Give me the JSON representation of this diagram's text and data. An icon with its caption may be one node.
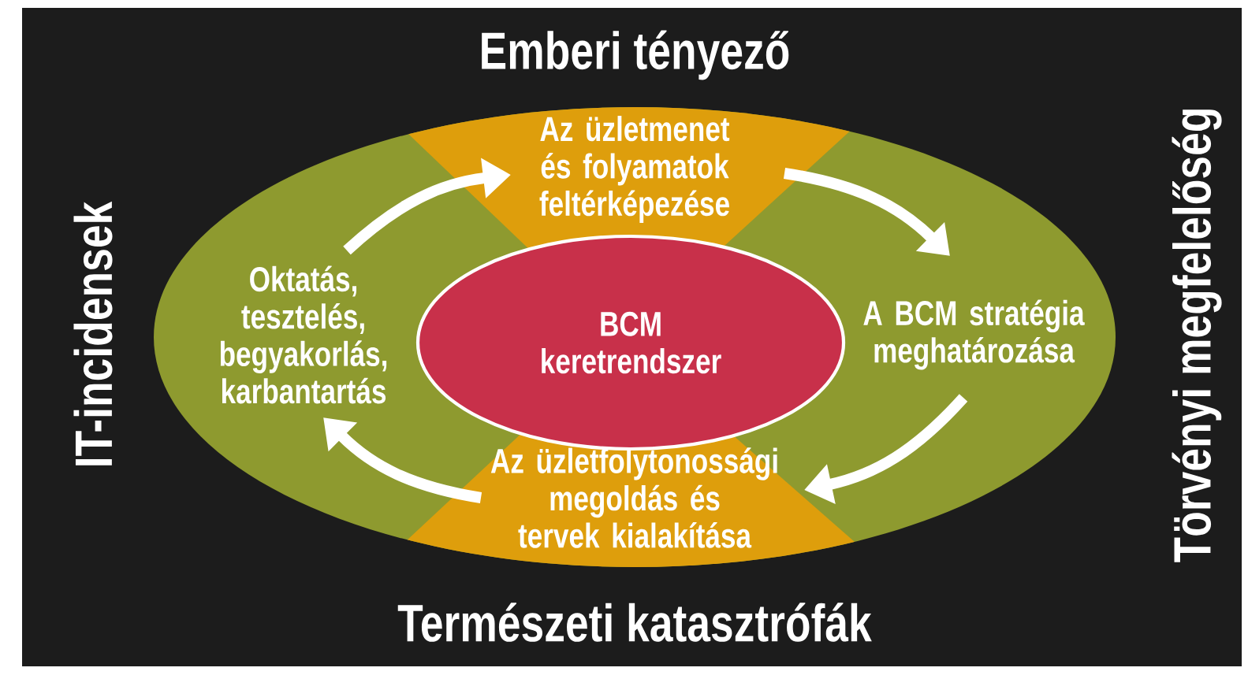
{
  "diagram": {
    "nodes": [
      {
        "text": [
          "Az üzletmenet és folyamatok feltérképezése"
        ]
      },
      {
        "text": [
          "A BCM stratégia meghatározása"
        ]
      },
      {
        "text": [
          "Az üzletfolytonossági megoldás és tervek kialakítása"
        ]
      },
      {
        "text": [
          "Oktatás, tesztelés, begyakorlás, karbantartás"
        ]
      },
      {
        "text": [
          "BCM keretrendszer"
        ]
      }
    ],
    "edges": [
      {
        "from": 3,
        "to": 0,
        "arrow": "to"
      },
      {
        "from": 0,
        "to": 1,
        "arrow": "to"
      },
      {
        "from": 1,
        "to": 2,
        "arrow": "to"
      },
      {
        "from": 2,
        "to": 3,
        "arrow": "to"
      }
    ],
    "labels": [
      "Emberi tényező",
      "IT-incidensek",
      "Törvényi megfelelőség",
      "Természeti katasztrófák"
    ]
  }
}
